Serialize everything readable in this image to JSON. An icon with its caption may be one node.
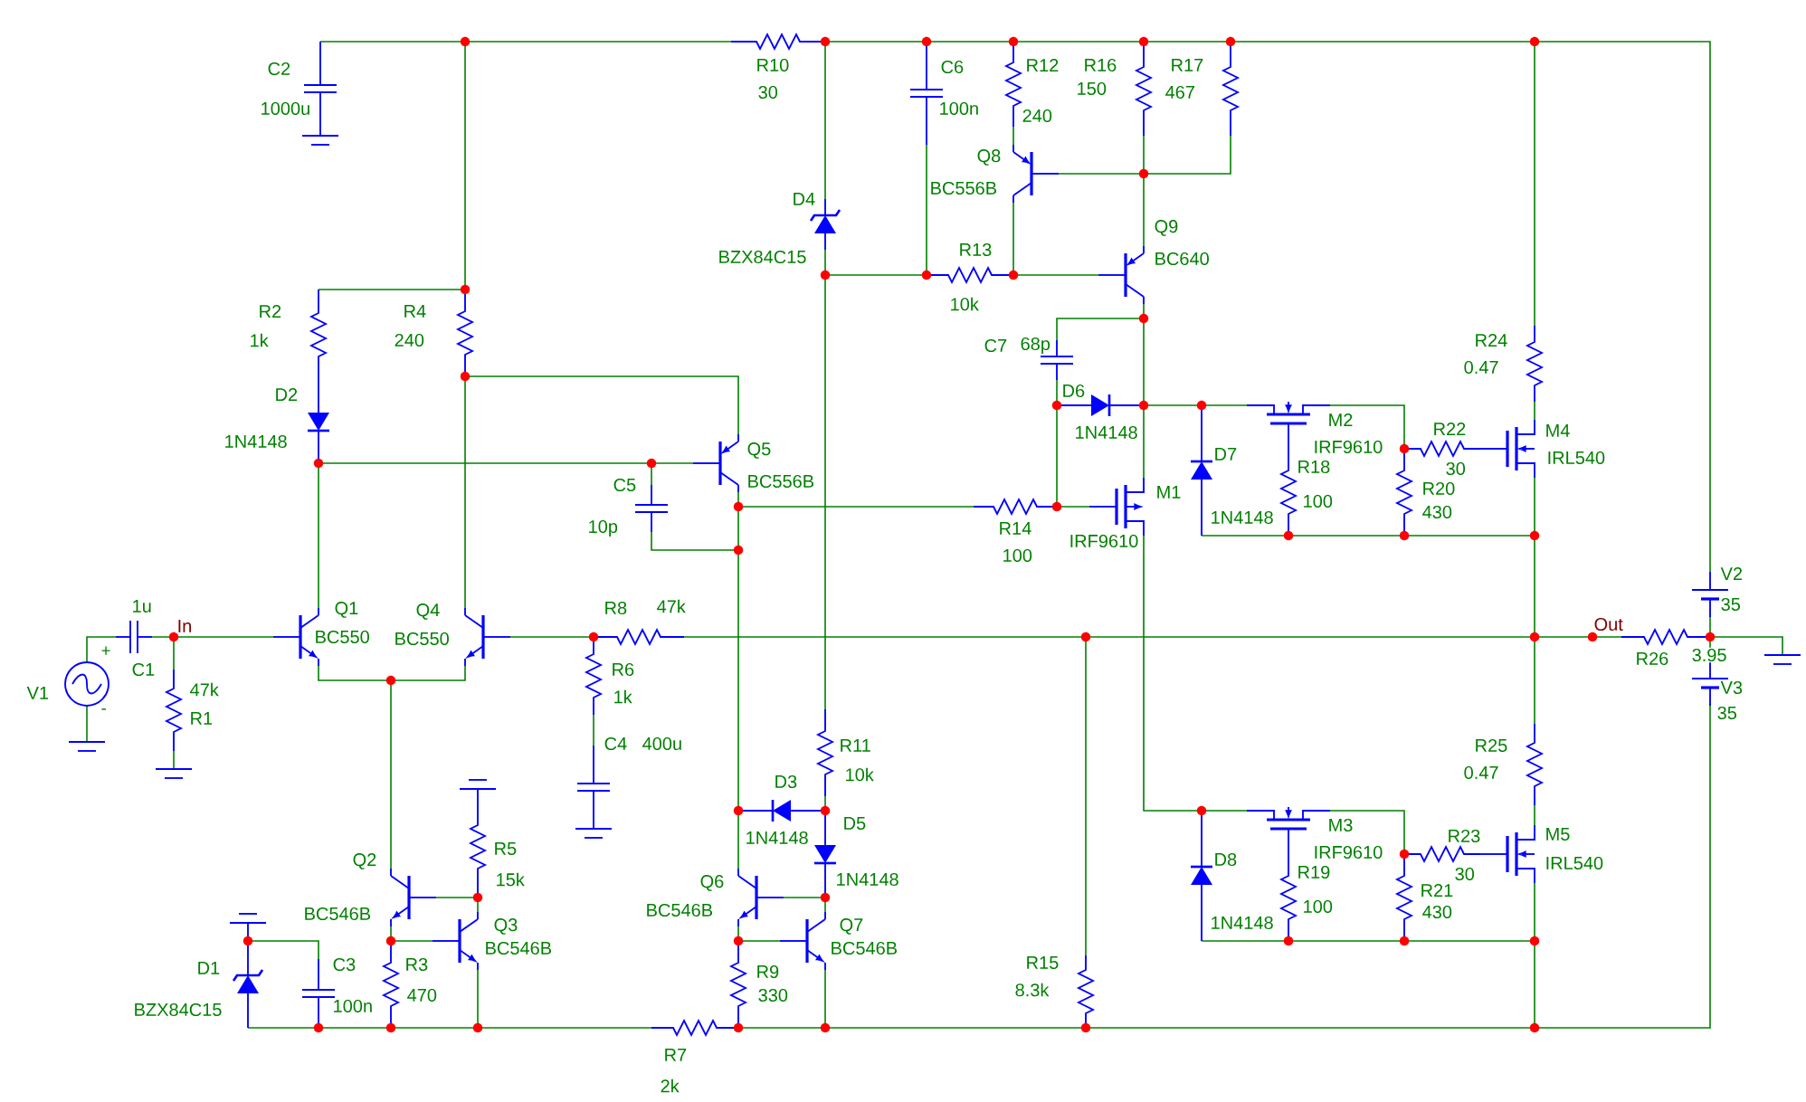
{
  "diagram": {
    "labels": [
      "C2",
      "1000u",
      "R10",
      "30",
      "C6",
      "100n",
      "R12",
      "240",
      "R16",
      "150",
      "R17",
      "467",
      "Q8",
      "BC556B",
      "D4",
      "BZX84C15",
      "R13",
      "10k",
      "Q9",
      "BC640",
      "R2",
      "1k",
      "R4",
      "240",
      "R24",
      "0.47",
      "C7",
      "68p",
      "D6",
      "1N4148",
      "D2",
      "1N4148",
      "M2",
      "IRF9610",
      "Q5",
      "BC556B",
      "D7",
      "R22",
      "M4",
      "IRL540",
      "R18",
      "30",
      "C5",
      "10p",
      "M1",
      "R20",
      "100",
      "430",
      "1N4148",
      "R14",
      "IRF9610",
      "100",
      "V2",
      "35",
      "1u",
      "Q1",
      "Q4",
      "R8",
      "47k",
      "In",
      "Out",
      "BC550",
      "BC550",
      "+",
      "3.95",
      "R26",
      "R6",
      "C1",
      "V3",
      "47k",
      "V1",
      "1k",
      "-",
      "35",
      "R1",
      "C4",
      "400u",
      "R11",
      "R25",
      "10k",
      "0.47",
      "D3",
      "D5",
      "M3",
      "M5",
      "R23",
      "1N4148",
      "R5",
      "IRF9610",
      "D8",
      "Q2",
      "IRL540",
      "R19",
      "30",
      "1N4148",
      "15k",
      "Q6",
      "R21",
      "100",
      "BC546B",
      "430",
      "BC546B",
      "1N4148",
      "Q3",
      "Q7",
      "BC546B",
      "BC546B",
      "C3",
      "R3",
      "R15",
      "D1",
      "R9",
      "8.3k",
      "470",
      "330",
      "100n",
      "BZX84C15",
      "R7",
      "2k"
    ]
  }
}
